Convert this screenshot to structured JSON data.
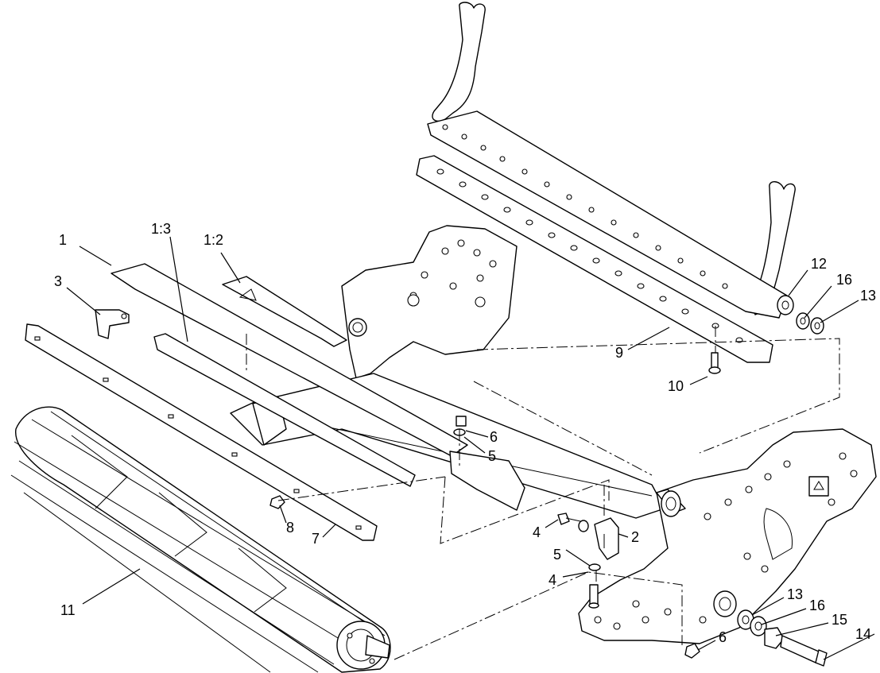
{
  "callouts": [
    {
      "id": "c1",
      "text": "1"
    },
    {
      "id": "c1-3",
      "text": "1:3"
    },
    {
      "id": "c1-2",
      "text": "1:2"
    },
    {
      "id": "c3",
      "text": "3"
    },
    {
      "id": "c12",
      "text": "12"
    },
    {
      "id": "c16a",
      "text": "16"
    },
    {
      "id": "c13a",
      "text": "13"
    },
    {
      "id": "c9",
      "text": "9"
    },
    {
      "id": "c10",
      "text": "10"
    },
    {
      "id": "c6a",
      "text": "6"
    },
    {
      "id": "c5a",
      "text": "5"
    },
    {
      "id": "c8",
      "text": "8"
    },
    {
      "id": "c7",
      "text": "7"
    },
    {
      "id": "c4a",
      "text": "4"
    },
    {
      "id": "c2",
      "text": "2"
    },
    {
      "id": "c5b",
      "text": "5"
    },
    {
      "id": "c4b",
      "text": "4"
    },
    {
      "id": "c11",
      "text": "11"
    },
    {
      "id": "c13b",
      "text": "13"
    },
    {
      "id": "c16b",
      "text": "16"
    },
    {
      "id": "c15",
      "text": "15"
    },
    {
      "id": "c6b",
      "text": "6"
    },
    {
      "id": "c14",
      "text": "14"
    }
  ]
}
